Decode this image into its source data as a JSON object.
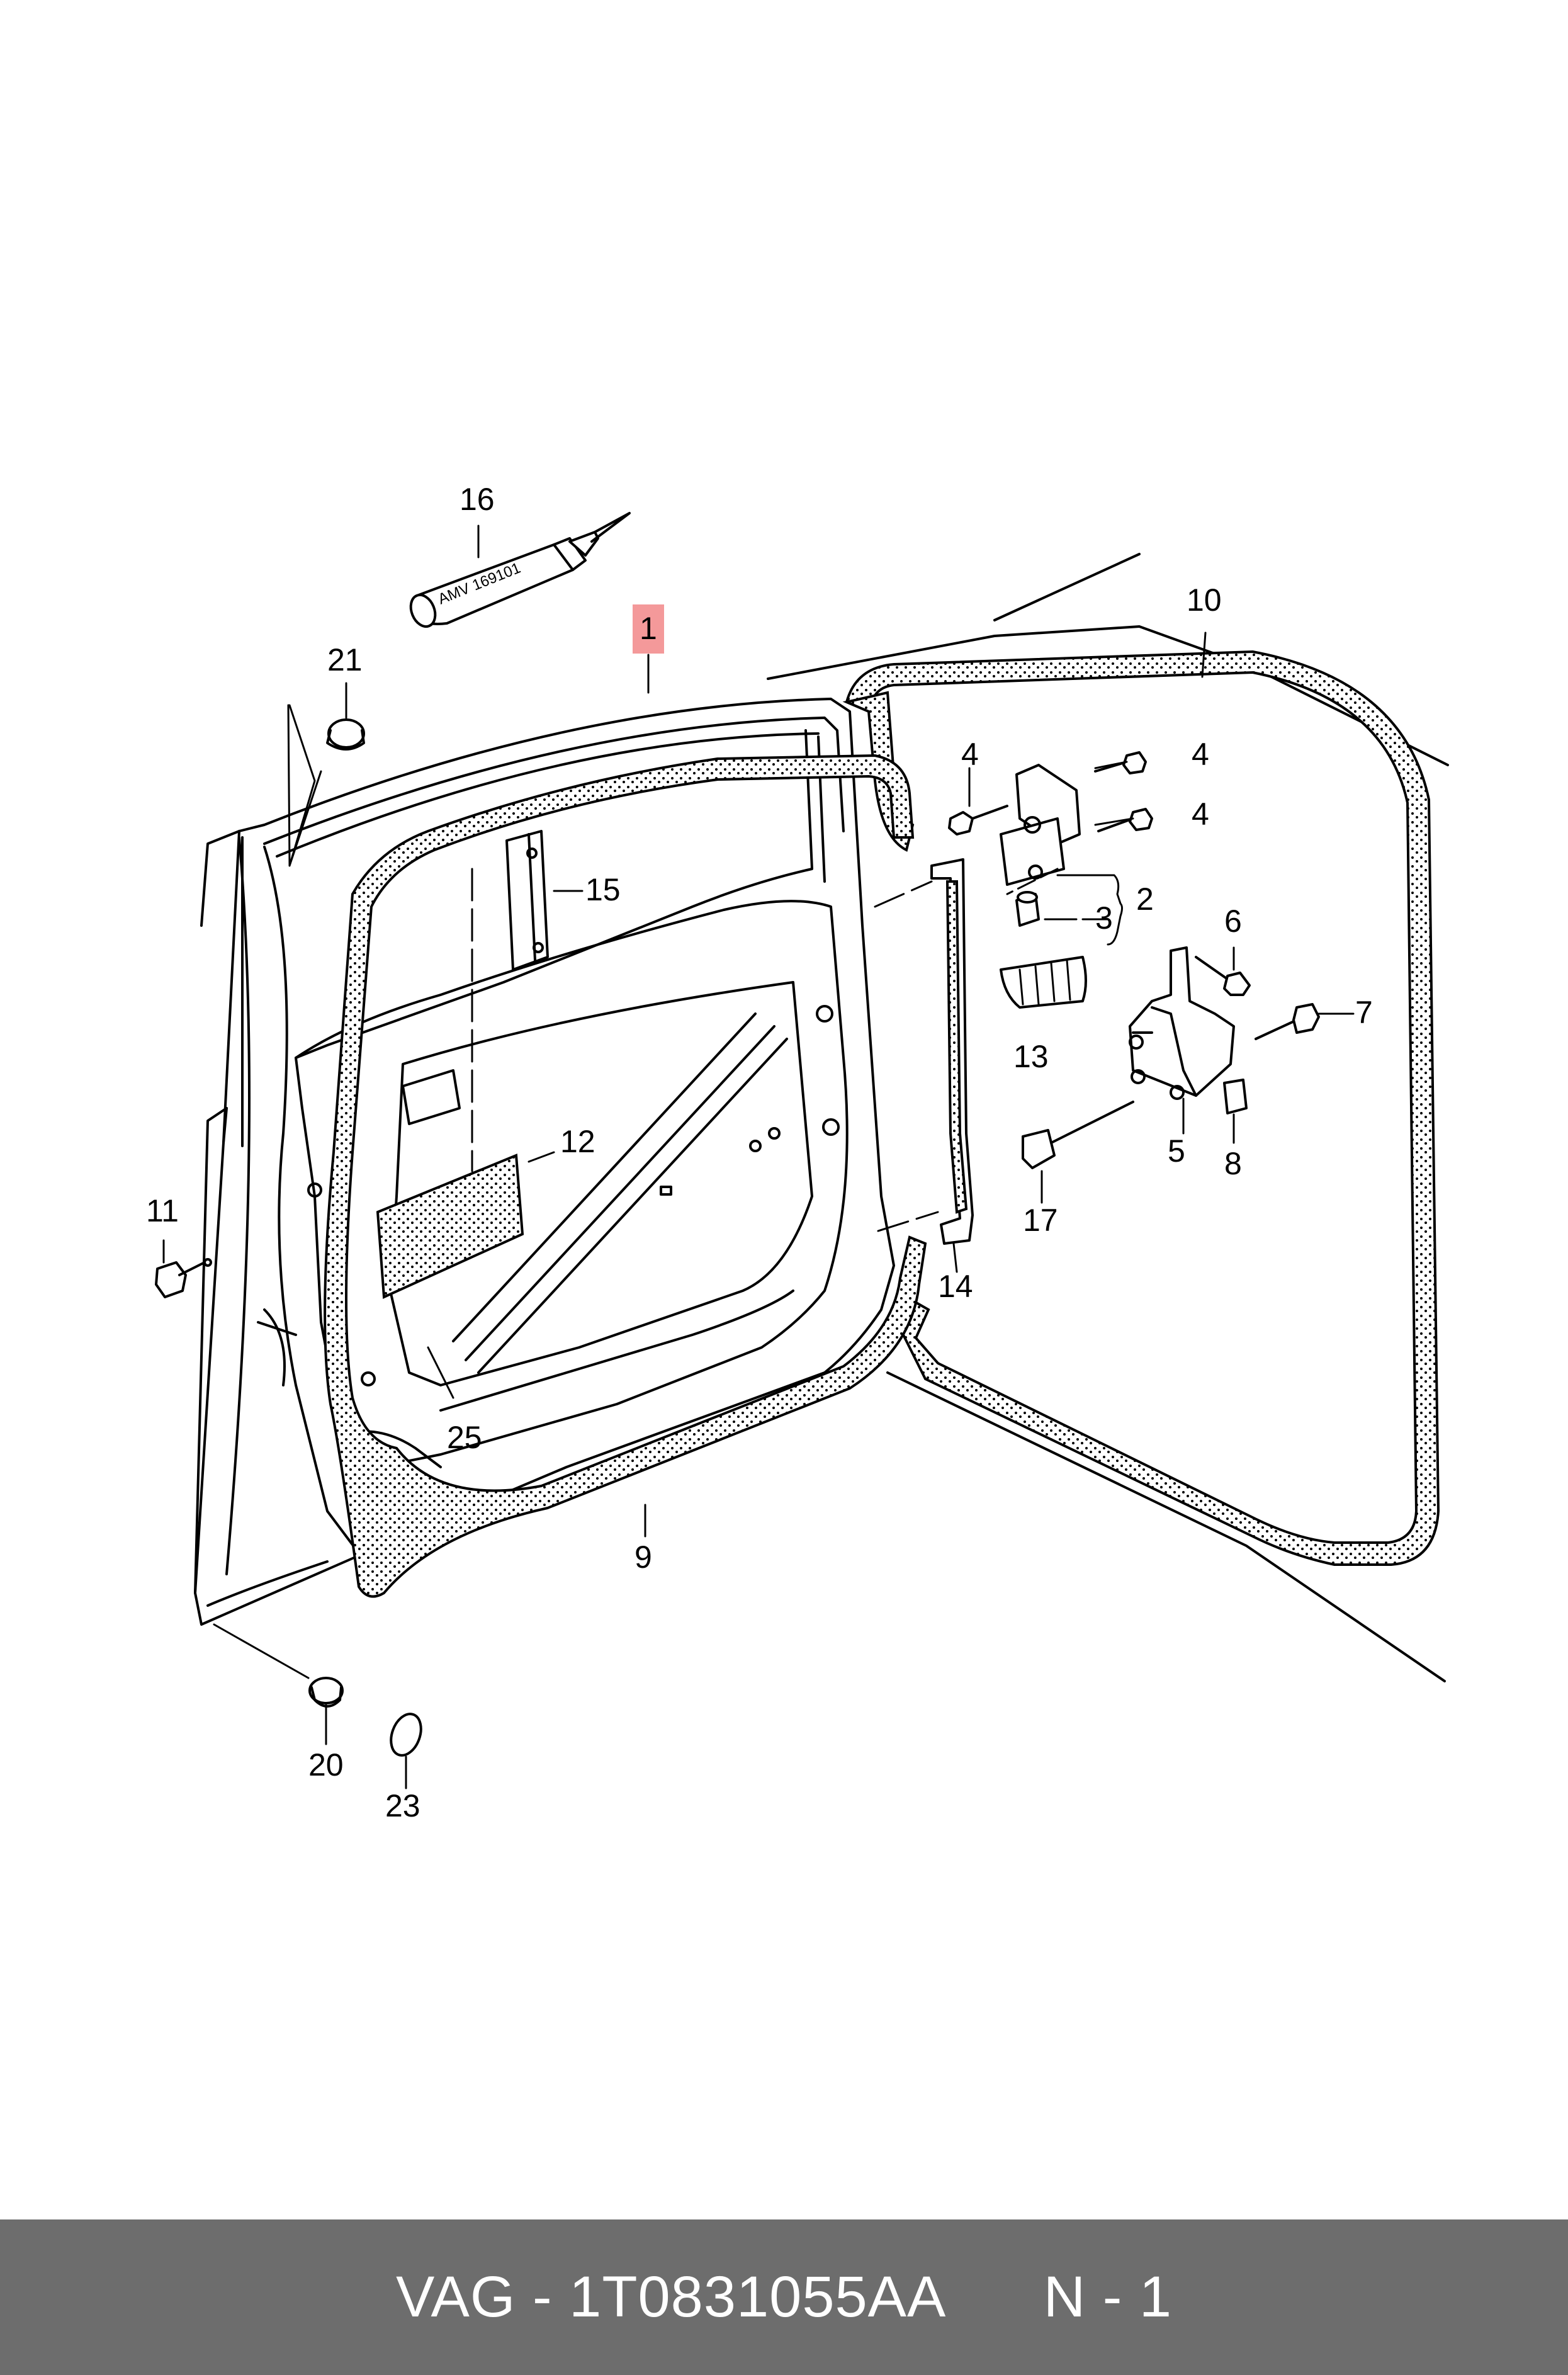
{
  "callouts": {
    "c1": "1",
    "c2": "2",
    "c3": "3",
    "c4a": "4",
    "c4b": "4",
    "c4c": "4",
    "c5": "5",
    "c6": "6",
    "c7": "7",
    "c8": "8",
    "c9": "9",
    "c10": "10",
    "c11": "11",
    "c12": "12",
    "c13": "13",
    "c14": "14",
    "c15": "15",
    "c16": "16",
    "c17": "17",
    "c20": "20",
    "c21": "21",
    "c23": "23",
    "c25": "25"
  },
  "tube_label": "AMV 169101",
  "highlight_color": "#f4999a",
  "footer": {
    "brand": "VAG",
    "part_number": "1T0831055AA",
    "position": "N - 1",
    "text": "VAG - 1T0831055AA      N - 1"
  }
}
